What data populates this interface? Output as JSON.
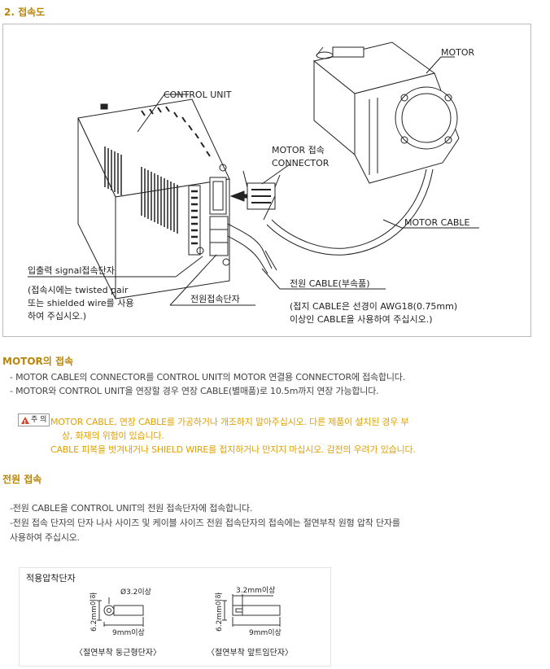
{
  "header": {
    "title": "2. 접속도"
  },
  "diagram": {
    "labels": {
      "control_unit": "CONTROL UNIT",
      "motor": "MOTOR",
      "motor_connector_1": "MOTOR 접속",
      "motor_connector_2": "CONNECTOR",
      "motor_cable": "MOTOR CABLE",
      "io_terminal_1": "입출력 signal접속단자",
      "io_terminal_2": "(접속시에는 twisted pair",
      "io_terminal_3": "또는 shielded wire를 사용",
      "io_terminal_4": "하여 주십시오.)",
      "power_terminal": "전원접속단자",
      "power_cable": "전원 CABLE(부속품)",
      "ground_note_1": "(접지 CABLE은 선경이 AWG18(0.75mm)",
      "ground_note_2": "이상인 CABLE을 사용하여 주십시오.)"
    }
  },
  "motor_section": {
    "title": "MOTOR의 접속",
    "lines": [
      "- MOTOR CABLE의 CONNECTOR를 CONTROL UNIT의 MOTOR 연결용 CONNECTOR에 접속합니다.",
      "- MOTOR와 CONTROL UNIT을 연장할 경우 연장 CABLE(별매품)로 10.5m까지 연장 가능합니다."
    ],
    "warning_badge": "주 의",
    "warnings": [
      "MOTOR CABLE, 연장 CABLE를 가공하거나 개조하지 말아주십시오. 다른 제품이 설치된 경우 부",
      "상, 화재의 위험이 있습니다.",
      "CABLE 피복을 벗겨내거나 SHIELD WIRE를 접지하거나 만지지 마십시오. 감전의 우려가 있습니다."
    ]
  },
  "power_section": {
    "title": "전원 접속",
    "lines": [
      "-전원 CABLE을 CONTROL UNIT의 전원 접속단자에 접속합니다.",
      "-전원 접속 단자의 단자 나사 사이즈 및 케이블 사이즈 전원 접속단자의 접속에는 절연부착 원형 압착 단자를",
      "사용하여 주십시오."
    ]
  },
  "terminals": {
    "title": "적용압착단자",
    "ring": {
      "dia": "Ø3.2이상",
      "height": "6.2mm이하",
      "length": "9mm이상",
      "caption": "〈절연부착 둥근형단자〉"
    },
    "fork": {
      "width": "3.2mm이상",
      "height": "6.2mm이하",
      "length": "9mm이상",
      "caption": "〈절연부착 앞트임단자〉"
    }
  }
}
